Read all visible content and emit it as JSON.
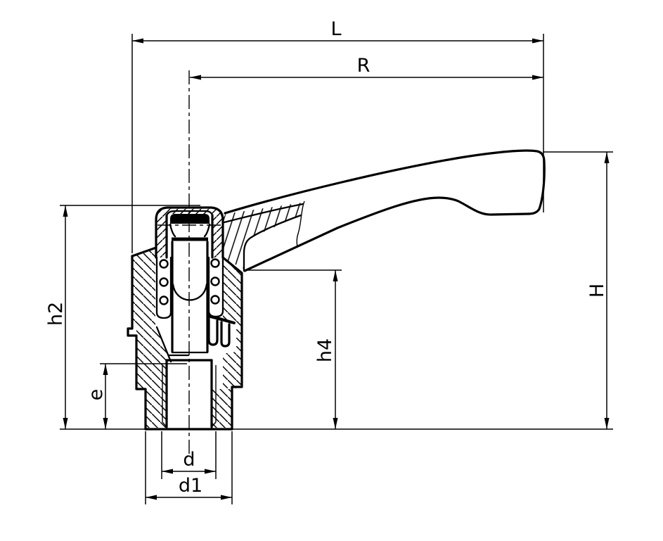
{
  "drawing": {
    "kind": "technical-section-drawing",
    "ink_color": "#000000",
    "paper_color": "#ffffff",
    "labels": {
      "L": "L",
      "R": "R",
      "H": "H",
      "h2": "h2",
      "h4": "h4",
      "e": "e",
      "d": "d",
      "d1": "d1"
    }
  }
}
